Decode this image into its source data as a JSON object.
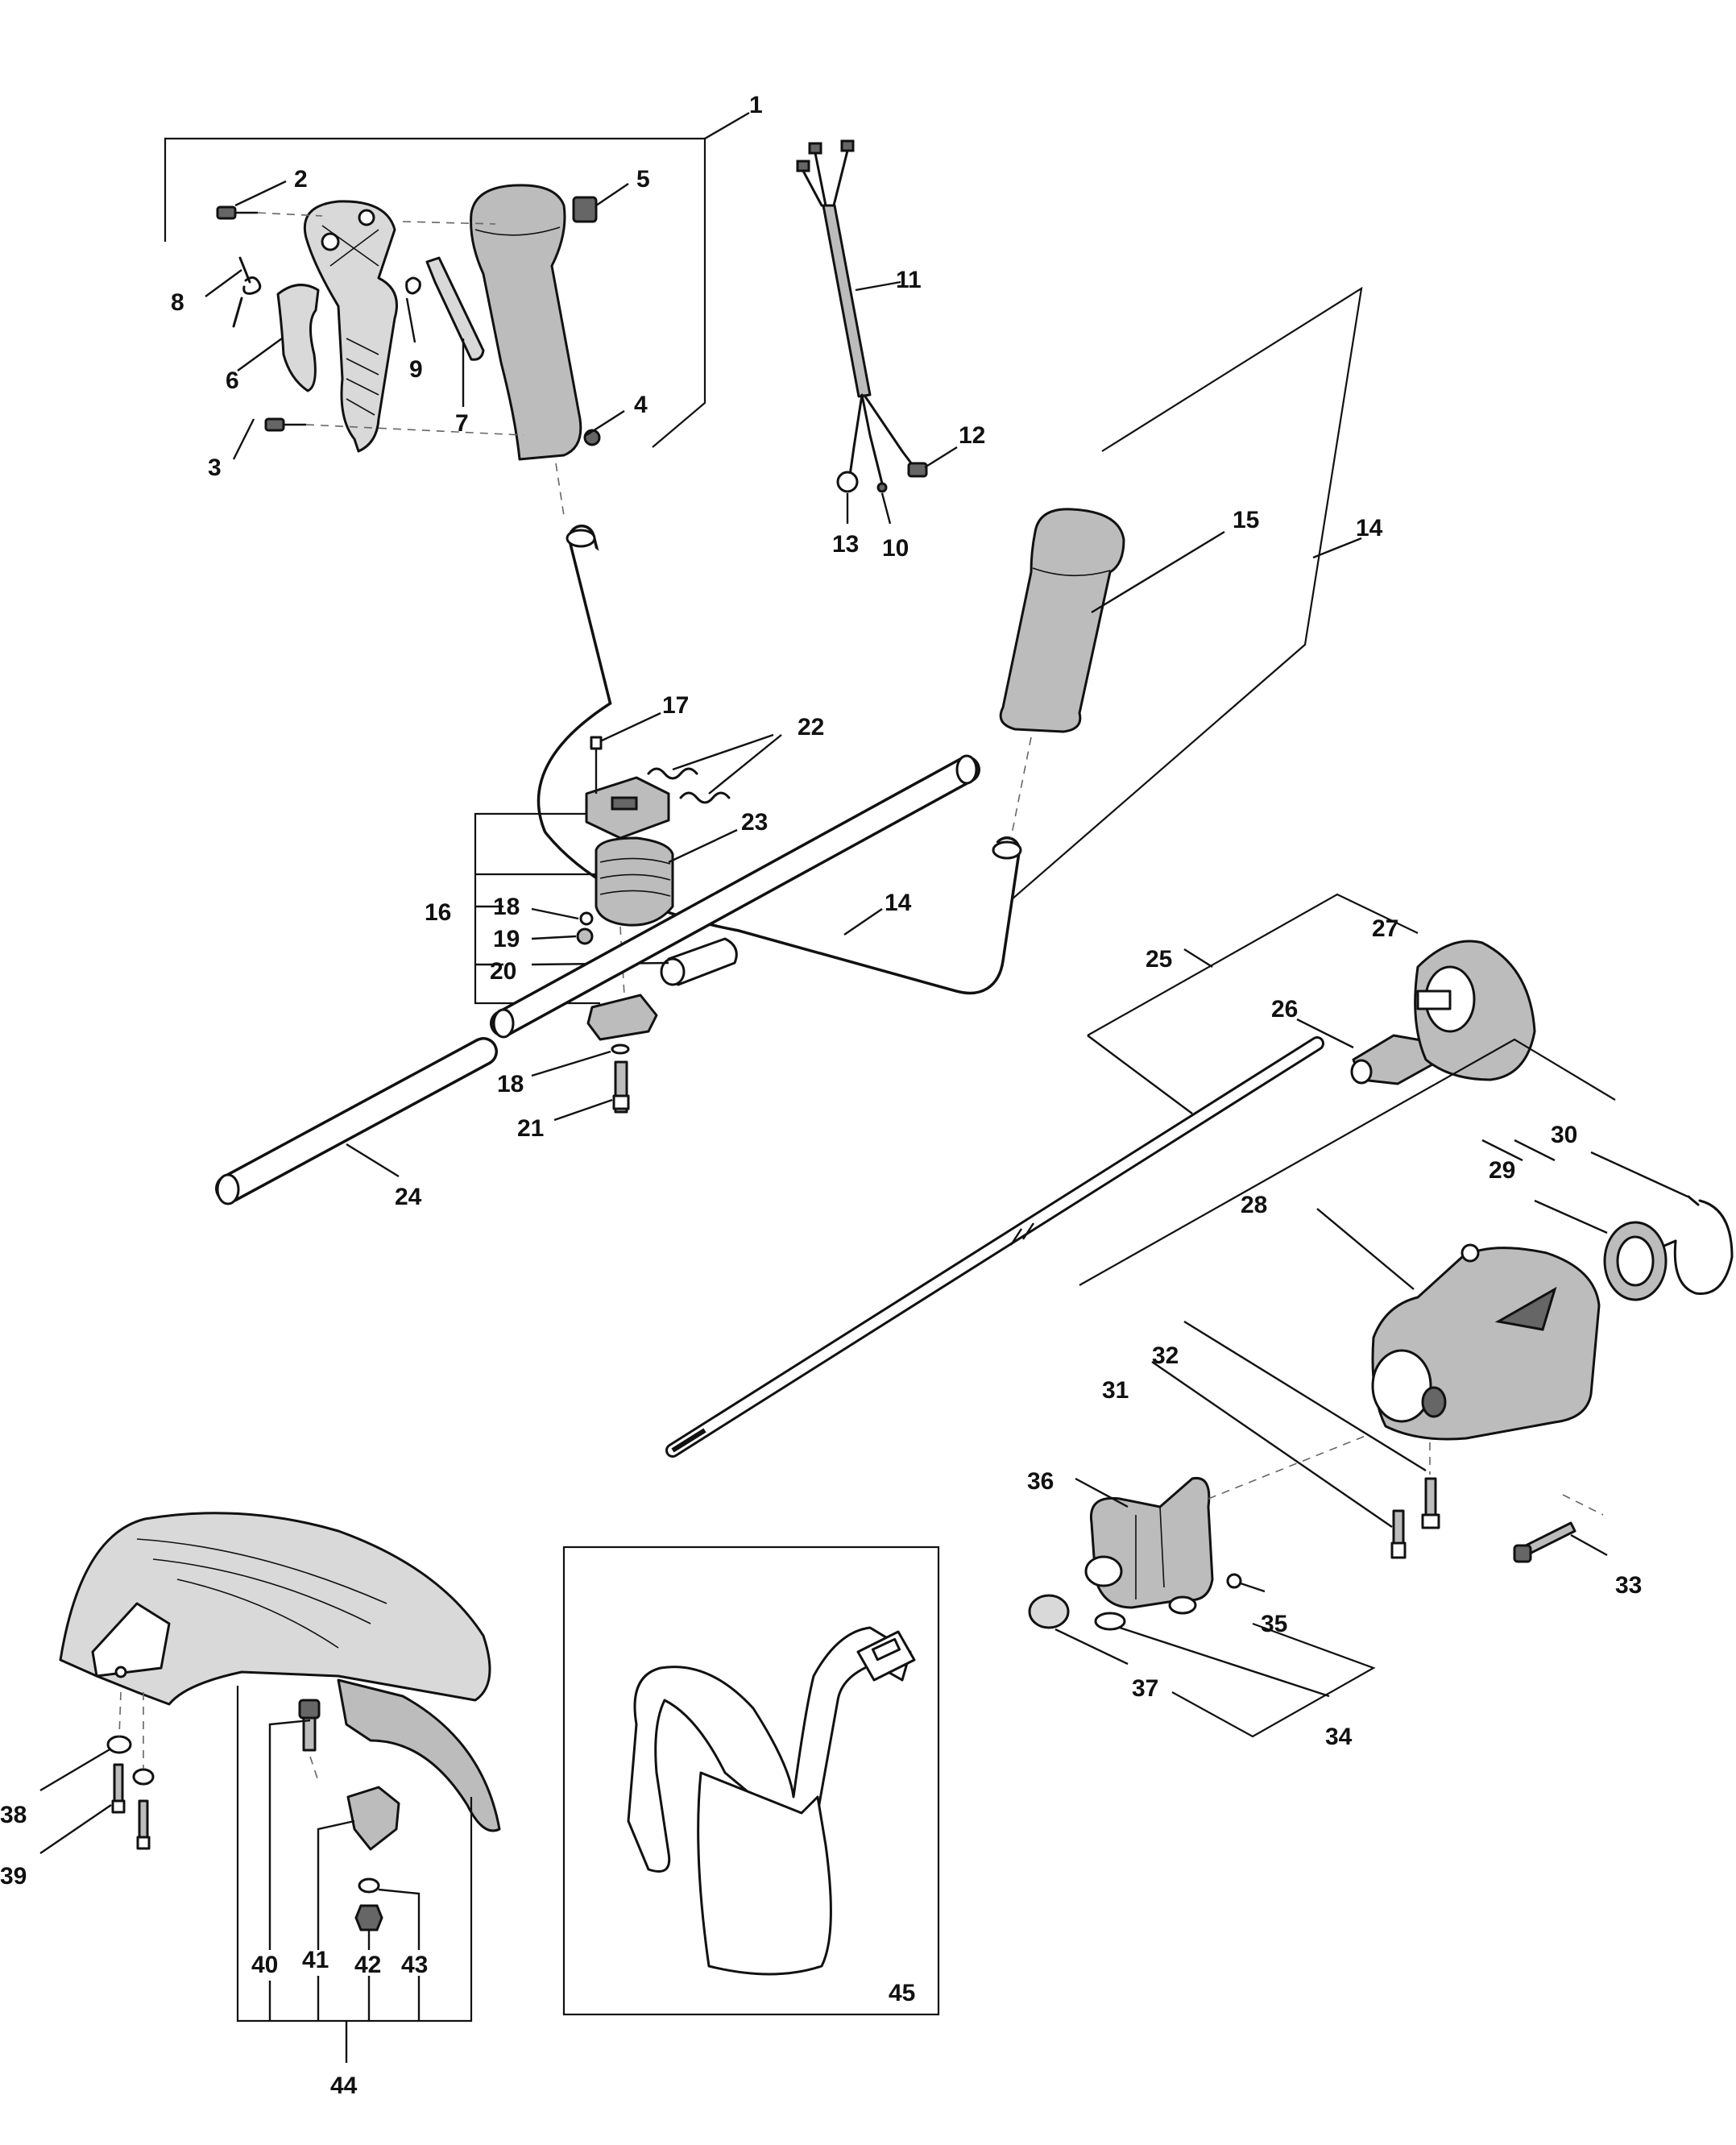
{
  "labels": {
    "n1": "1",
    "n2": "2",
    "n3": "3",
    "n4": "4",
    "n5": "5",
    "n6": "6",
    "n7": "7",
    "n8": "8",
    "n9": "9",
    "n10": "10",
    "n11": "11",
    "n12": "12",
    "n13": "13",
    "n14a": "14",
    "n14b": "14",
    "n15": "15",
    "n16": "16",
    "n17": "17",
    "n18a": "18",
    "n18b": "18",
    "n19": "19",
    "n20": "20",
    "n21": "21",
    "n22": "22",
    "n23": "23",
    "n24": "24",
    "n25": "25",
    "n26": "26",
    "n27": "27",
    "n28": "28",
    "n29": "29",
    "n30": "30",
    "n31": "31",
    "n32": "32",
    "n33": "33",
    "n34": "34",
    "n35": "35",
    "n36": "36",
    "n37": "37",
    "n38": "38",
    "n39": "39",
    "n40": "40",
    "n41": "41",
    "n42": "42",
    "n43": "43",
    "n44": "44",
    "n45": "45"
  }
}
